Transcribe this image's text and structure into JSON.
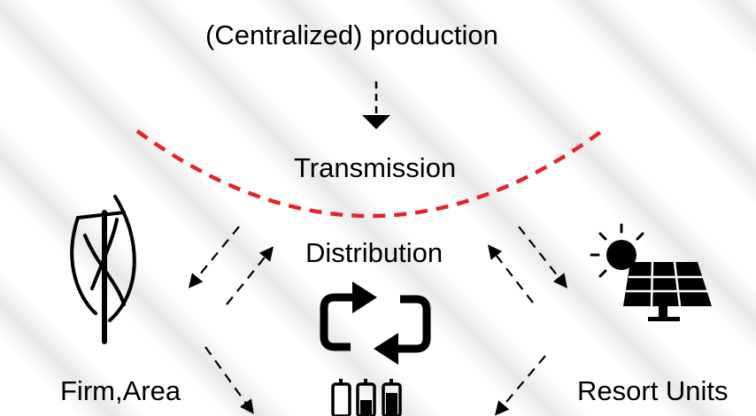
{
  "diagram": {
    "title": "(Centralized) production",
    "transmission_label": "Transmission",
    "distribution_label": "Distribution",
    "left_node_label": "Firm,Area",
    "right_node_label": "Resort Units",
    "icons": [
      "wind-turbine-icon",
      "solar-panel-icon",
      "recycle-arrows-icon",
      "battery-icon"
    ],
    "colors": {
      "arc": "#e3242b",
      "ink": "#000000"
    }
  }
}
